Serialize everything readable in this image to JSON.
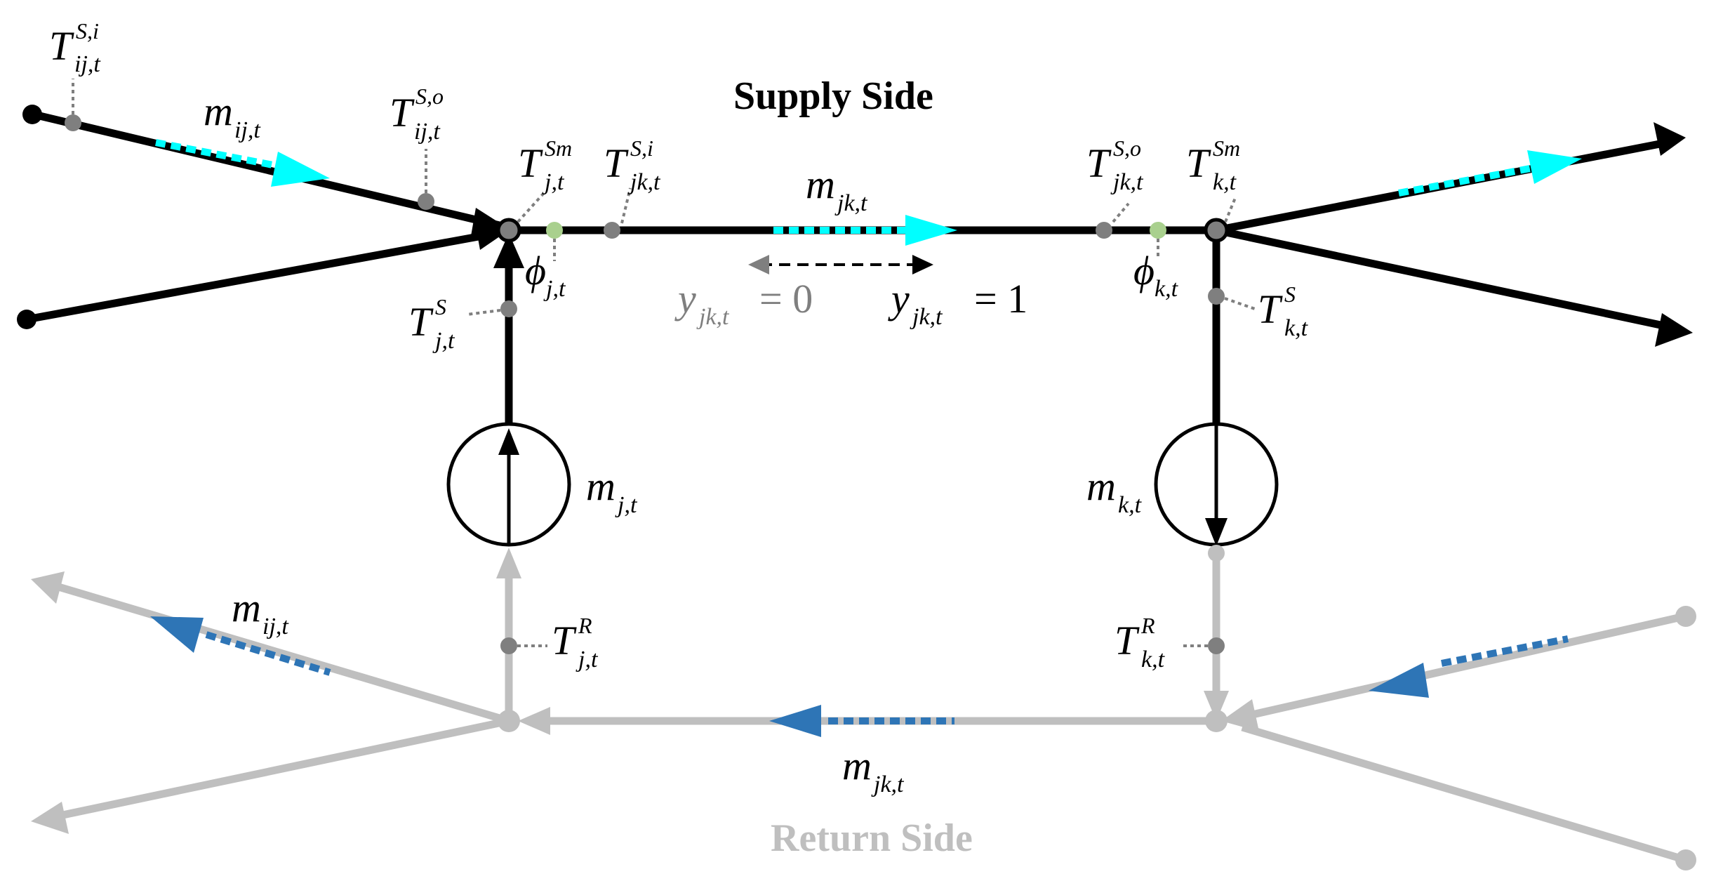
{
  "colors": {
    "supply": "#000000",
    "return": "#bfbfbf",
    "supply_flow": "#00ffff",
    "return_flow": "#2e75b6",
    "sensor": "#7f7f7f",
    "phi_node": "#a9d08e",
    "label_y0": "#7f7f7f"
  },
  "labels": {
    "supply_side": "Supply Side",
    "return_side": "Return Side"
  },
  "symbols": {
    "T": "T",
    "m": "m",
    "phi": "ϕ",
    "y": "y"
  },
  "subscripts": {
    "ij_t": "ij,t",
    "jk_t": "jk,t",
    "j_t": "j,t",
    "k_t": "k,t"
  },
  "superscripts": {
    "S_i": "S,i",
    "S_o": "S,o",
    "Sm": "Sm",
    "S": "S",
    "R": "R"
  },
  "equations": {
    "y_zero": "= 0",
    "y_one": "= 1"
  }
}
